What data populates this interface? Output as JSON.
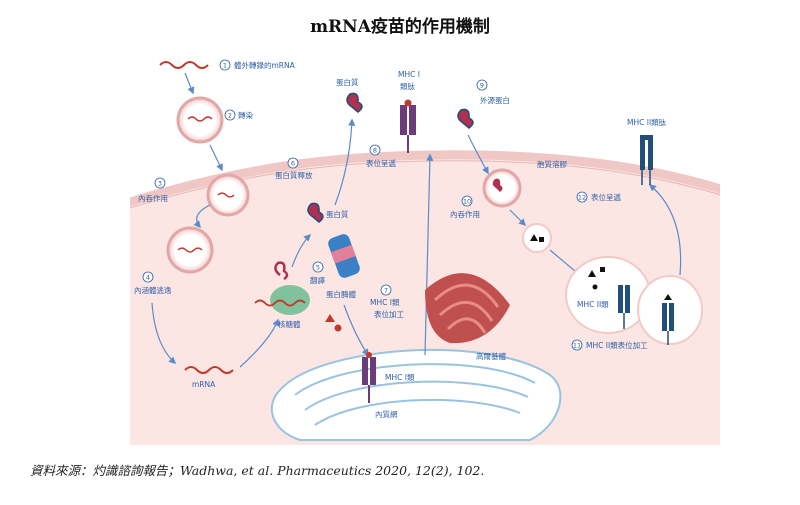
{
  "title": "mRNA疫苗的作用機制",
  "source": "資料來源：灼識諮詢報告；Wadhwa, et al. Pharmaceutics 2020, 12(2), 102.",
  "colors": {
    "label_blue": "#2e5fa8",
    "membrane": "#f0d0cf",
    "cytoplasm": "#fbe6e4",
    "mrna": "#c0392b",
    "mhc": "#1f4f7a"
  },
  "labels": {
    "step1": "體外轉錄的mRNA",
    "step2": "轉染",
    "step3": "內吞作用",
    "step4": "內涵體逃逸",
    "mrna": "mRNA",
    "ribosome": "核糖體",
    "step5": "翻譯",
    "step6": "蛋白質釋放",
    "protein_top": "蛋白質",
    "protein_mid": "蛋白質",
    "proteasome": "蛋白酶體",
    "mhc1": "MHC I",
    "peptide": "類肽",
    "step8": "表位呈遞",
    "step7": "MHC I類",
    "step7b": "表位加工",
    "golgi": "高爾基體",
    "er": "內質網",
    "er_mhc": "MHC I類",
    "step9": "外源蛋白",
    "step10": "內吞作用",
    "membrane": "胞質溶膠",
    "step12": "表位呈遞",
    "mhc2_top": "MHC II類肽",
    "mhc2_mid": "MHC II類",
    "step11": "MHC II類表位加工"
  },
  "numbers": {
    "n1": "1",
    "n2": "2",
    "n3": "3",
    "n4": "4",
    "n5": "5",
    "n6": "6",
    "n7": "7",
    "n8": "8",
    "n9": "9",
    "n10": "10",
    "n11": "11",
    "n12": "12"
  }
}
